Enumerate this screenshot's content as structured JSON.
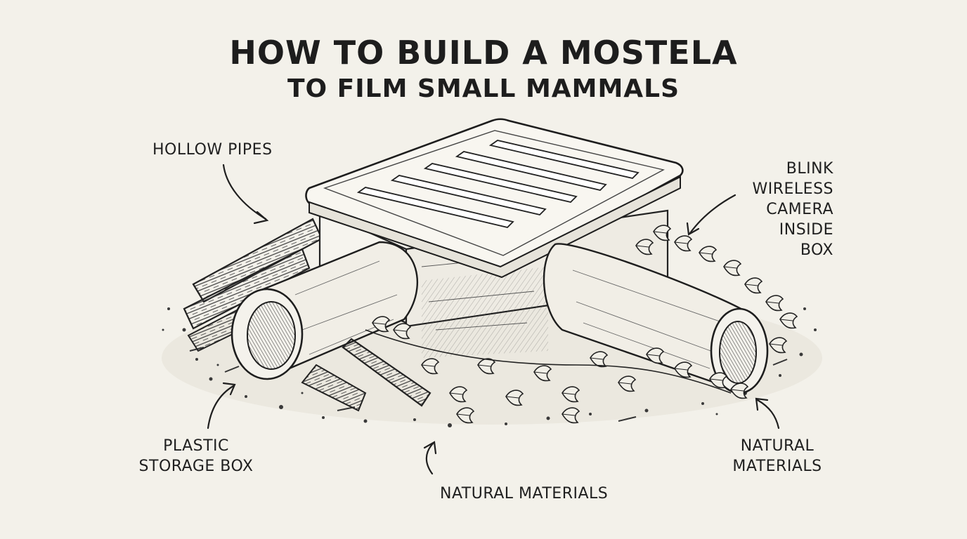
{
  "title": {
    "line1": "HOW TO BUILD A MOSTELA",
    "line2": "TO FILM SMALL MAMMALS"
  },
  "labels": {
    "hollow_pipes": "HOLLOW PIPES",
    "camera": [
      "BLINK",
      "WIRELESS",
      "CAMERA",
      "INSIDE",
      "BOX"
    ],
    "storage_box": [
      "PLASTIC",
      "STORAGE BOX"
    ],
    "natural_right": [
      "NATURAL",
      "MATERIALS"
    ],
    "natural_bottom": "NATURAL MATERIALS"
  },
  "colors": {
    "background": "#f3f1ea",
    "ink": "#1f1f1f"
  }
}
